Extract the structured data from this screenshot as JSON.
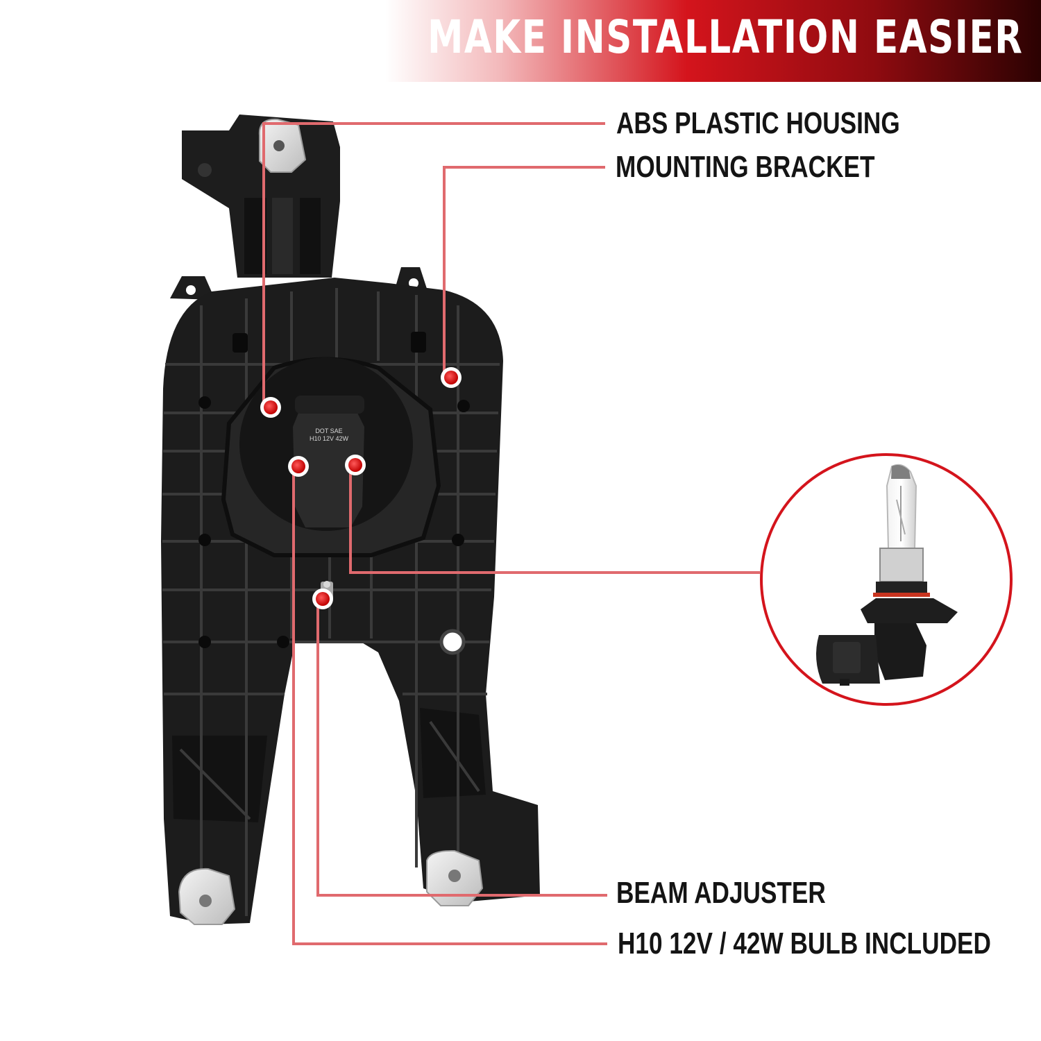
{
  "banner": {
    "title": "MAKE INSTALLATION EASIER"
  },
  "callouts": {
    "housing": "ABS PLASTIC HOUSING",
    "bracket": "MOUNTING BRACKET",
    "adjuster": "BEAM ADJUSTER",
    "bulb": "H10 12V / 42W BULB INCLUDED"
  },
  "bulb_cap": {
    "line1": "DOT SAE",
    "line2": "H10 12V 42W"
  },
  "colors": {
    "accent": "#d4141c",
    "housing": "#1c1c1c",
    "banner_dark": "#2b0202"
  }
}
